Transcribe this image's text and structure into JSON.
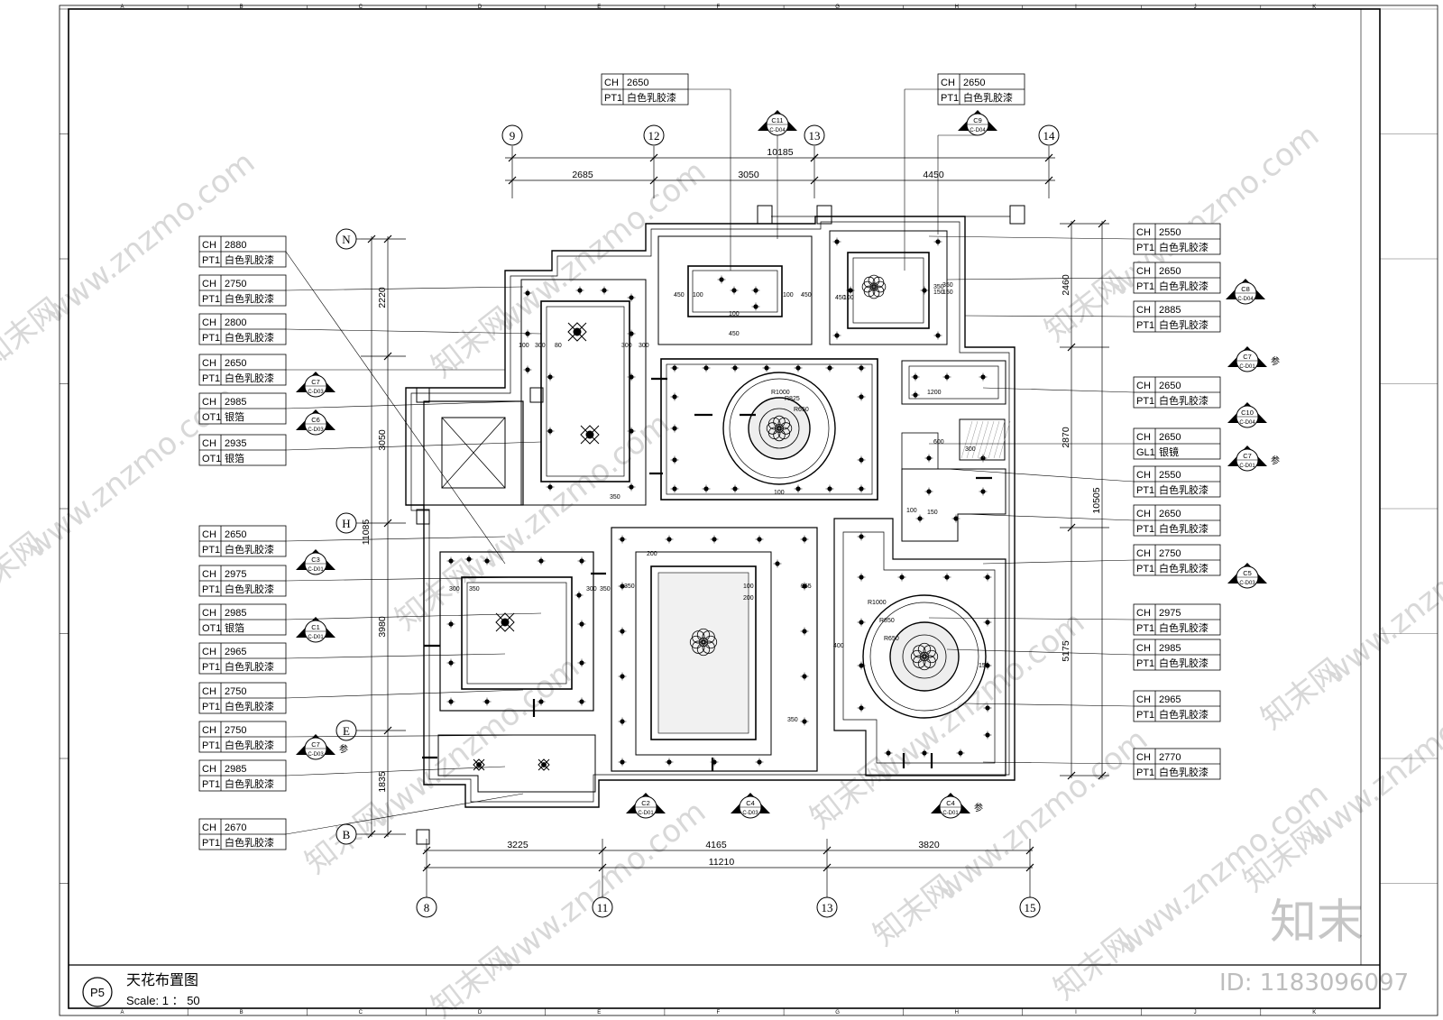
{
  "sheet": {
    "title": "天花布置图",
    "scale": "Scale: 1 ： 50",
    "sheet_no": "P5"
  },
  "grid": {
    "top_axes": [
      "9",
      "12",
      "13",
      "14"
    ],
    "bottom_axes": [
      "8",
      "11",
      "13",
      "15"
    ],
    "left_axes": [
      "N",
      "H",
      "E",
      "B"
    ],
    "frame_columns": [
      "A",
      "B",
      "C",
      "D",
      "E",
      "F",
      "G",
      "H",
      "I",
      "J",
      "K"
    ]
  },
  "dimensions": {
    "top_total": "10185",
    "top_segments": [
      "2685",
      "3050",
      "4450"
    ],
    "bottom_total": "11210",
    "bottom_segments": [
      "3225",
      "4165",
      "3820"
    ],
    "left_total": "11085",
    "left_segments": [
      "2220",
      "3050",
      "3980",
      "1835"
    ],
    "right_total": "10505",
    "right_segments": [
      "2460",
      "2870",
      "5175"
    ]
  },
  "small_dims": [
    "450",
    "100",
    "450",
    "100",
    "100",
    "450",
    "450",
    "100",
    "150",
    "150",
    "350",
    "100",
    "300",
    "80",
    "300",
    "300",
    "350",
    "300",
    "350",
    "300",
    "350",
    "350",
    "200",
    "965",
    "200",
    "100",
    "400",
    "600",
    "1200",
    "150",
    "300",
    "350",
    "150",
    "100",
    "R1000",
    "R825",
    "R650",
    "R1000",
    "R850",
    "R650",
    "100",
    "350"
  ],
  "left_tags": [
    {
      "code": "CH",
      "value": "2880",
      "mat": "PT1",
      "desc": "白色乳胶漆"
    },
    {
      "code": "CH",
      "value": "2750",
      "mat": "PT1",
      "desc": "白色乳胶漆"
    },
    {
      "code": "CH",
      "value": "2800",
      "mat": "PT1",
      "desc": "白色乳胶漆"
    },
    {
      "code": "CH",
      "value": "2650",
      "mat": "PT1",
      "desc": "白色乳胶漆"
    },
    {
      "code": "CH",
      "value": "2985",
      "mat": "OT1",
      "desc": "银箔"
    },
    {
      "code": "CH",
      "value": "2935",
      "mat": "OT1",
      "desc": "银箔"
    },
    {
      "code": "CH",
      "value": "2650",
      "mat": "PT1",
      "desc": "白色乳胶漆"
    },
    {
      "code": "CH",
      "value": "2975",
      "mat": "PT1",
      "desc": "白色乳胶漆"
    },
    {
      "code": "CH",
      "value": "2985",
      "mat": "OT1",
      "desc": "银箔"
    },
    {
      "code": "CH",
      "value": "2965",
      "mat": "PT1",
      "desc": "白色乳胶漆"
    },
    {
      "code": "CH",
      "value": "2750",
      "mat": "PT1",
      "desc": "白色乳胶漆"
    },
    {
      "code": "CH",
      "value": "2750",
      "mat": "PT1",
      "desc": "白色乳胶漆"
    },
    {
      "code": "CH",
      "value": "2985",
      "mat": "PT1",
      "desc": "白色乳胶漆"
    },
    {
      "code": "CH",
      "value": "2670",
      "mat": "PT1",
      "desc": "白色乳胶漆"
    }
  ],
  "top_tags": [
    {
      "code": "CH",
      "value": "2650",
      "mat": "PT1",
      "desc": "白色乳胶漆"
    },
    {
      "code": "CH",
      "value": "2650",
      "mat": "PT1",
      "desc": "白色乳胶漆"
    }
  ],
  "right_tags": [
    {
      "code": "CH",
      "value": "2550",
      "mat": "PT1",
      "desc": "白色乳胶漆"
    },
    {
      "code": "CH",
      "value": "2650",
      "mat": "PT1",
      "desc": "白色乳胶漆"
    },
    {
      "code": "CH",
      "value": "2885",
      "mat": "PT1",
      "desc": "白色乳胶漆"
    },
    {
      "code": "CH",
      "value": "2650",
      "mat": "PT1",
      "desc": "白色乳胶漆"
    },
    {
      "code": "CH",
      "value": "2650",
      "mat": "GL1",
      "desc": "银镜"
    },
    {
      "code": "CH",
      "value": "2550",
      "mat": "PT1",
      "desc": "白色乳胶漆"
    },
    {
      "code": "CH",
      "value": "2650",
      "mat": "PT1",
      "desc": "白色乳胶漆"
    },
    {
      "code": "CH",
      "value": "2750",
      "mat": "PT1",
      "desc": "白色乳胶漆"
    },
    {
      "code": "CH",
      "value": "2975",
      "mat": "PT1",
      "desc": "白色乳胶漆"
    },
    {
      "code": "CH",
      "value": "2985",
      "mat": "PT1",
      "desc": "白色乳胶漆"
    },
    {
      "code": "CH",
      "value": "2965",
      "mat": "PT1",
      "desc": "白色乳胶漆"
    },
    {
      "code": "CH",
      "value": "2770",
      "mat": "PT1",
      "desc": "白色乳胶漆"
    }
  ],
  "section_markers": [
    {
      "id": "C11",
      "sheet": "C-D04",
      "note": ""
    },
    {
      "id": "C9",
      "sheet": "C-D04",
      "note": ""
    },
    {
      "id": "C7",
      "sheet": "C-D03",
      "note": ""
    },
    {
      "id": "C6",
      "sheet": "C-D03",
      "note": ""
    },
    {
      "id": "C3",
      "sheet": "C-D01",
      "note": ""
    },
    {
      "id": "C1",
      "sheet": "C-D01",
      "note": ""
    },
    {
      "id": "C7",
      "sheet": "C-D03",
      "note": "参"
    },
    {
      "id": "C2",
      "sheet": "C-D01",
      "note": ""
    },
    {
      "id": "C4",
      "sheet": "C-D03",
      "note": ""
    },
    {
      "id": "C4",
      "sheet": "C-D01",
      "note": "参"
    },
    {
      "id": "C8",
      "sheet": "C-D04",
      "note": ""
    },
    {
      "id": "C7",
      "sheet": "C-D01",
      "note": "参"
    },
    {
      "id": "C10",
      "sheet": "C-D04",
      "note": ""
    },
    {
      "id": "C7",
      "sheet": "C-D01",
      "note": "参"
    },
    {
      "id": "C5",
      "sheet": "C-D03",
      "note": ""
    }
  ],
  "watermarks": {
    "site": "www.znzmo.com",
    "brand_cn": "知末网",
    "logo": "知末",
    "id_text": "ID: 1183096097"
  }
}
